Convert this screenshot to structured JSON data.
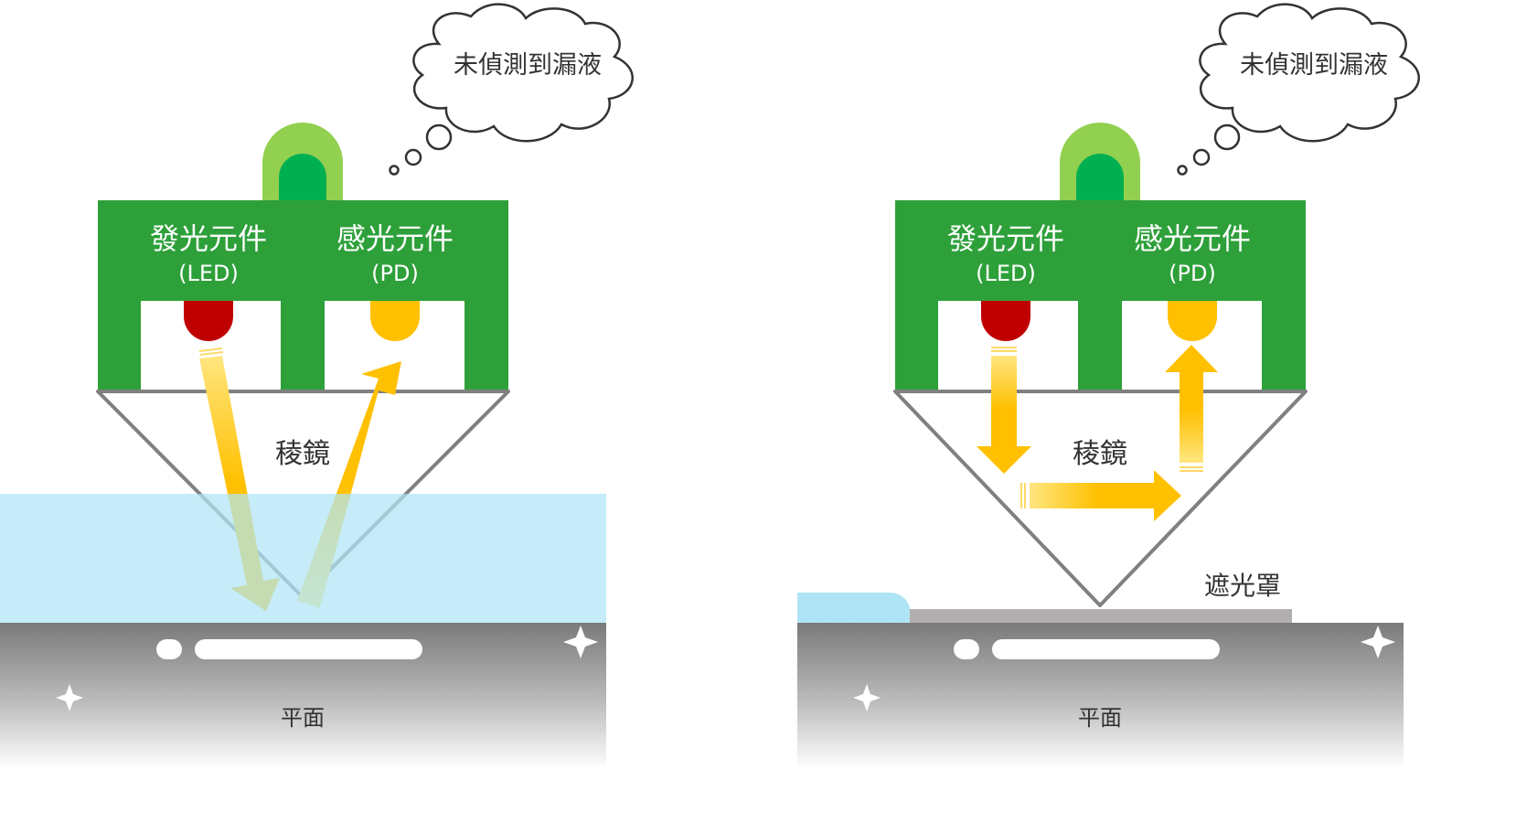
{
  "colors": {
    "board_green": "#2ea03a",
    "indicator_light": "#92d050",
    "indicator_dark": "#00b050",
    "led_red": "#c00000",
    "pd_yellow": "#ffc000",
    "liquid_blue": "#aee4f5",
    "shield_gray": "#b3aeae",
    "prism_outline": "#808080"
  },
  "panels": [
    {
      "id": "leak-absent-liquid",
      "cloud_text": "未偵測到漏液",
      "emitter_label": "發光元件",
      "emitter_sub": "(LED)",
      "sensor_label": "感光元件",
      "sensor_sub": "(PD)",
      "prism_label": "稜鏡",
      "surface_label": "平面"
    },
    {
      "id": "leak-absent-shield",
      "cloud_text": "未偵測到漏液",
      "emitter_label": "發光元件",
      "emitter_sub": "(LED)",
      "sensor_label": "感光元件",
      "sensor_sub": "(PD)",
      "prism_label": "稜鏡",
      "surface_label": "平面",
      "shield_label": "遮光罩"
    }
  ]
}
